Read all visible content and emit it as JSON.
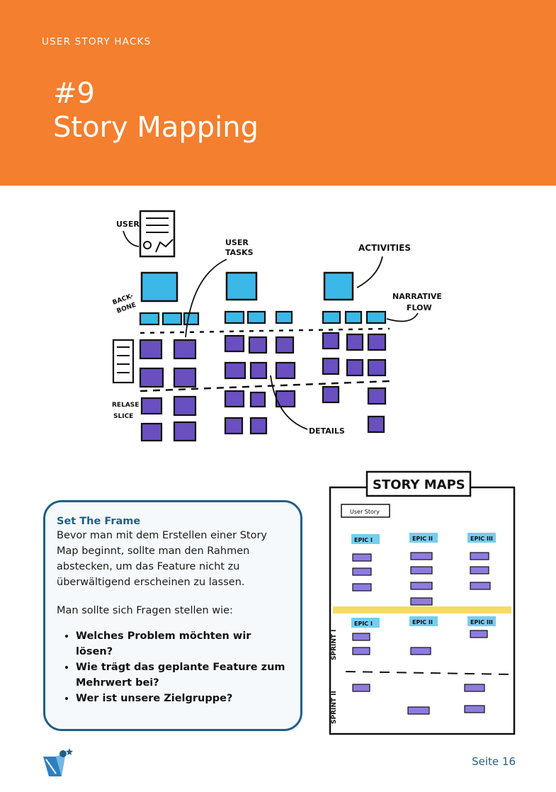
{
  "header": {
    "kicker": "USER STORY HACKS",
    "title_line1": "#9",
    "title_line2": "Story Mapping",
    "background_color": "#f47f2e"
  },
  "sketch_map": {
    "labels": {
      "user": "USER",
      "user_tasks_1": "USER",
      "user_tasks_2": "TASKS",
      "activities": "ACTIVITIES",
      "backbone_1": "BACK-",
      "backbone_2": "BONE",
      "narrative_1": "NARRATIVE",
      "narrative_2": "FLOW",
      "release_1": "RELASE",
      "release_2": "SLICE",
      "details": "DETAILS"
    },
    "colors": {
      "activity": "#3bb8e8",
      "detail": "#6a4fc0",
      "task": "#3bb8e8"
    }
  },
  "sketch_story_maps": {
    "title": "STORY MAPS",
    "user_story": "User Story",
    "epic_1": "EPIC I",
    "epic_2": "EPIC II",
    "epic_3": "EPIC III",
    "sprint_1": "SPRINT I",
    "sprint_2": "SPRINT II"
  },
  "card": {
    "title": "Set The Frame",
    "paragraph1": "Bevor man mit dem Erstellen einer Story Map beginnt, sollte man den Rahmen abstecken, um das Feature nicht zu überwältigend erscheinen zu lassen.",
    "paragraph2": "Man sollte sich Fragen stellen wie:",
    "bullets": [
      "Welches Problem möchten wir lösen?",
      "Wie trägt das geplante Feature zum Mehrwert bei?",
      "Wer ist unsere Zielgruppe?"
    ],
    "accent_color": "#1f5f86"
  },
  "footer": {
    "page_label": "Seite 16",
    "logo_icon": "person-star-logo-icon"
  }
}
